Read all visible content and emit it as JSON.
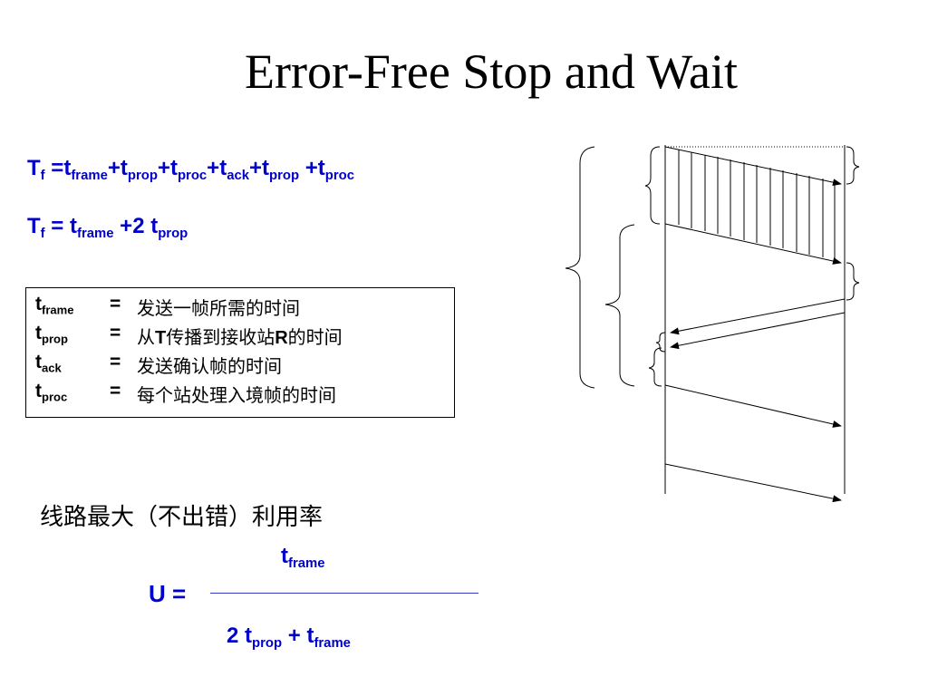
{
  "title": "Error-Free Stop and Wait",
  "formula1": {
    "lhs": "T",
    "lhs_sub": "f",
    "eq": " =",
    "terms": [
      {
        "base": "t",
        "sub": "frame",
        "prefix": ""
      },
      {
        "base": "t",
        "sub": "prop",
        "prefix": "+"
      },
      {
        "base": "t",
        "sub": "proc",
        "prefix": "+"
      },
      {
        "base": "t",
        "sub": "ack",
        "prefix": "+"
      },
      {
        "base": "t",
        "sub": "prop",
        "prefix": "+"
      },
      {
        "base": "t",
        "sub": "proc",
        "prefix": " +"
      }
    ]
  },
  "formula2": {
    "lhs": "T",
    "lhs_sub": "f",
    "eq": " = ",
    "t1_base": "t",
    "t1_sub": "frame",
    "plus": " +2 ",
    "t2_base": "t",
    "t2_sub": "prop"
  },
  "definitions": [
    {
      "base": "t",
      "sub": "frame",
      "eq": "=",
      "desc": "发送一帧所需的时间"
    },
    {
      "base": "t",
      "sub": "prop",
      "eq": "=",
      "desc_pre": "从",
      "desc_T": "T",
      "desc_mid": "传播到接收站",
      "desc_R": "R",
      "desc_post": "的时间"
    },
    {
      "base": "t",
      "sub": "ack",
      "eq": "=",
      "desc": "发送确认帧的时间"
    },
    {
      "base": "t",
      "sub": "proc",
      "eq": "=",
      "desc": "每个站处理入境帧的时间"
    }
  ],
  "utilization_label": "线路最大（不出错）利用率",
  "utilization": {
    "lhs": "U =",
    "numerator": {
      "base": "t",
      "sub": "frame"
    },
    "denominator": {
      "lead": "2 ",
      "t1_base": "t",
      "t1_sub": "prop",
      "plus": " +  ",
      "t2_base": "t",
      "t2_sub": "frame"
    }
  },
  "colors": {
    "formula": "#0000cc",
    "text": "#000000"
  }
}
